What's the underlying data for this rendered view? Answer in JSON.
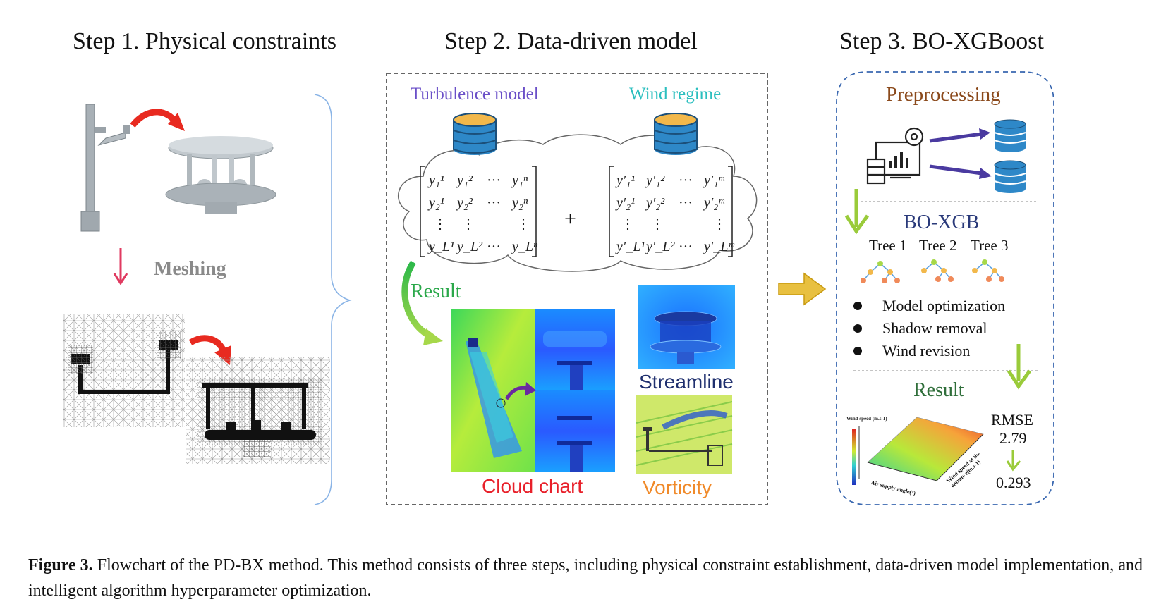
{
  "steps": {
    "step1": {
      "title": "Step 1. Physical constraints",
      "meshing_label": "Meshing"
    },
    "step2": {
      "title": "Step 2. Data-driven model",
      "turbulence_label": "Turbulence model",
      "wind_regime_label": "Wind regime",
      "plus": "+",
      "result_label": "Result",
      "cloud_chart_label": "Cloud chart",
      "streamline_label": "Streamline",
      "vorticity_label": "Vorticity"
    },
    "step3": {
      "title": "Step 3. BO-XGBoost",
      "preprocessing_label": "Preprocessing",
      "boxgb_label": "BO-XGB",
      "trees": [
        "Tree 1",
        "Tree 2",
        "Tree 3"
      ],
      "bullets": [
        "Model optimization",
        "Shadow removal",
        "Wind revision"
      ],
      "result_label": "Result",
      "rmse_label": "RMSE",
      "rmse_before": "2.79",
      "rmse_after": "0.293",
      "chart_zlabel": "Wind speed (m.s-1)",
      "chart_xlabel": "Air supply angle(°)",
      "chart_ylabel": "Wind speed at the entrance(m.s-1)"
    }
  },
  "caption": {
    "label": "Figure 3.",
    "text": " Flowchart of the PD-BX method. This method consists of three steps, including physical constraint establishment, data-driven model implementation, and intelligent algorithm hyperparameter optimization."
  },
  "colors": {
    "turbulence": "#6a4fc8",
    "wind_regime": "#2bbfbf",
    "result_green": "#2aa84a",
    "cloud_red": "#e8202a",
    "streamline_navy": "#1f2f6e",
    "vorticity_orange": "#f08a2a",
    "preprocessing_brown": "#8b4a1c",
    "boxgb_navy": "#2a3a7a",
    "result3_green": "#2f6e3a",
    "db_blue": "#2e88c8",
    "db_top": "#f2b84b"
  }
}
